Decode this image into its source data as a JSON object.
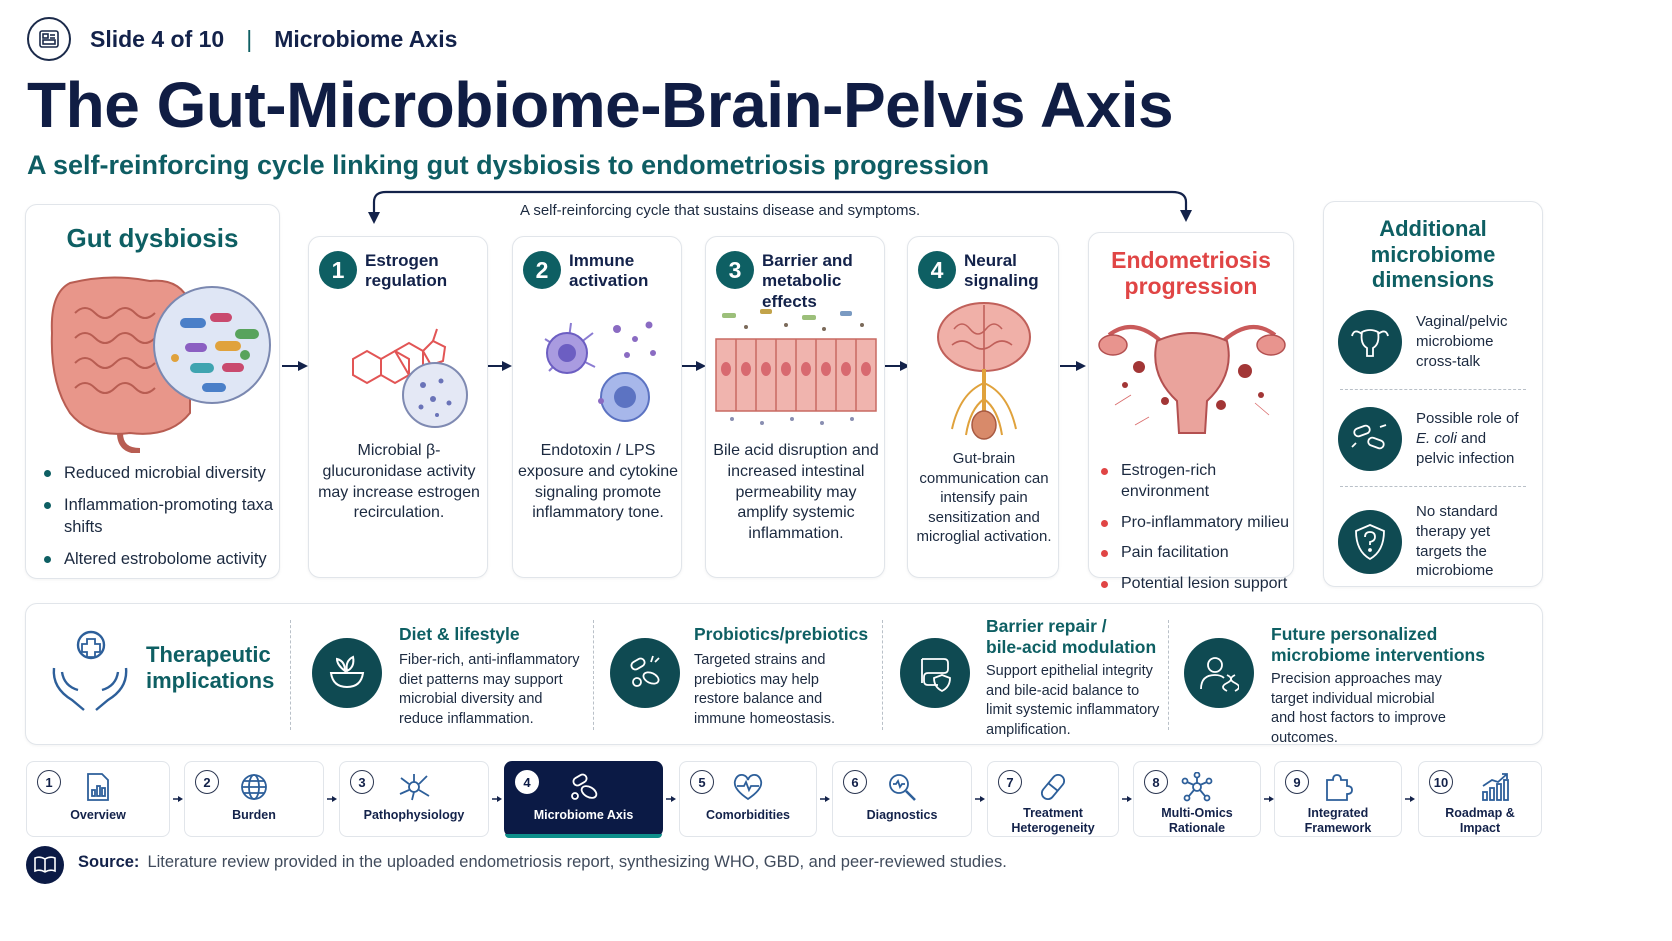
{
  "header": {
    "slide_label": "Slide 4 of 10",
    "section": "Microbiome Axis",
    "title": "The Gut-Microbiome-Brain-Pelvis Axis",
    "subtitle": "A self-reinforcing cycle linking gut dysbiosis to endometriosis progression"
  },
  "cycle_label": "A self-reinforcing cycle that sustains disease and symptoms.",
  "gut": {
    "title": "Gut dysbiosis",
    "bullets": [
      "Reduced microbial diversity",
      "Inflammation-promoting taxa shifts",
      "Altered estrobolome activity"
    ]
  },
  "steps": [
    {
      "num": "1",
      "title_l1": "Estrogen",
      "title_l2": "regulation",
      "body": "Microbial β-glucuronidase activity may increase estrogen recirculation."
    },
    {
      "num": "2",
      "title_l1": "Immune",
      "title_l2": "activation",
      "body": "Endotoxin / LPS exposure and cytokine signaling promote inflammatory tone."
    },
    {
      "num": "3",
      "title_l1": "Barrier and",
      "title_l2": "metabolic effects",
      "body": "Bile acid disruption and increased intestinal permeability may amplify systemic inflammation."
    },
    {
      "num": "4",
      "title_l1": "Neural",
      "title_l2": "signaling",
      "body": "Gut-brain communication can intensify pain sensitization and microglial activation."
    }
  ],
  "endo": {
    "title_l1": "Endometriosis",
    "title_l2": "progression",
    "bullets": [
      "Estrogen-rich environment",
      "Pro-inflammatory milieu",
      "Pain facilitation",
      "Potential lesion support"
    ]
  },
  "dimensions": {
    "title_l1": "Additional",
    "title_l2": "microbiome",
    "title_l3": "dimensions",
    "items": [
      {
        "icon": "uterus-icon",
        "l1": "Vaginal/pelvic",
        "l2": "microbiome",
        "l3": "cross-talk"
      },
      {
        "icon": "bacteria-icon",
        "l1": "Possible role of",
        "l2_italic": "E. coli",
        "l2_rest": " and",
        "l3": "pelvic infection"
      },
      {
        "icon": "shield-question-icon",
        "l1": "No standard",
        "l2": "therapy yet",
        "l3": "targets the",
        "l4": "microbiome"
      }
    ]
  },
  "therapeutic": {
    "title_l1": "Therapeutic",
    "title_l2": "implications",
    "items": [
      {
        "icon": "bowl-icon",
        "title_l1": "Diet & lifestyle",
        "title_l2": "",
        "body_l1": "Fiber-rich, anti-inflammatory",
        "body_l2": "diet patterns may support",
        "body_l3": "microbial diversity and",
        "body_l4": "reduce inflammation."
      },
      {
        "icon": "microbes-icon",
        "title_l1": "Probiotics/prebiotics",
        "title_l2": "",
        "body_l1": "Targeted strains and",
        "body_l2": "prebiotics may help",
        "body_l3": "restore balance and",
        "body_l4": "immune homeostasis."
      },
      {
        "icon": "intestine-shield-icon",
        "title_l1": "Barrier repair /",
        "title_l2": "bile-acid modulation",
        "body_l1": "Support epithelial integrity",
        "body_l2": "and bile-acid balance to",
        "body_l3": "limit systemic inflammatory",
        "body_l4": "amplification."
      },
      {
        "icon": "person-dna-icon",
        "title_l1": "Future personalized",
        "title_l2": "microbiome interventions",
        "body_l1": "Precision approaches may",
        "body_l2": "target individual microbial",
        "body_l3": "and host factors to improve",
        "body_l4": "outcomes."
      }
    ]
  },
  "nav": [
    {
      "num": "1",
      "l1": "Overview",
      "l2": "",
      "icon": "report-icon"
    },
    {
      "num": "2",
      "l1": "Burden",
      "l2": "",
      "icon": "globe-icon"
    },
    {
      "num": "3",
      "l1": "Pathophysiology",
      "l2": "",
      "icon": "neuron-icon"
    },
    {
      "num": "4",
      "l1": "Microbiome Axis",
      "l2": "",
      "icon": "microbe-icon"
    },
    {
      "num": "5",
      "l1": "Comorbidities",
      "l2": "",
      "icon": "heart-pulse-icon"
    },
    {
      "num": "6",
      "l1": "Diagnostics",
      "l2": "",
      "icon": "magnifier-icon"
    },
    {
      "num": "7",
      "l1": "Treatment",
      "l2": "Heterogeneity",
      "icon": "pill-icon"
    },
    {
      "num": "8",
      "l1": "Multi-Omics",
      "l2": "Rationale",
      "icon": "network-icon"
    },
    {
      "num": "9",
      "l1": "Integrated",
      "l2": "Framework",
      "icon": "puzzle-icon"
    },
    {
      "num": "10",
      "l1": "Roadmap &",
      "l2": "Impact",
      "icon": "chart-up-icon"
    }
  ],
  "source": {
    "label": "Source:",
    "text": "Literature review provided in the uploaded endometriosis report, synthesizing WHO, GBD, and peer-reviewed studies."
  },
  "colors": {
    "navy": "#101d44",
    "teal": "#0e5f63",
    "red": "#e04545",
    "active_nav": "#0b1a45"
  }
}
